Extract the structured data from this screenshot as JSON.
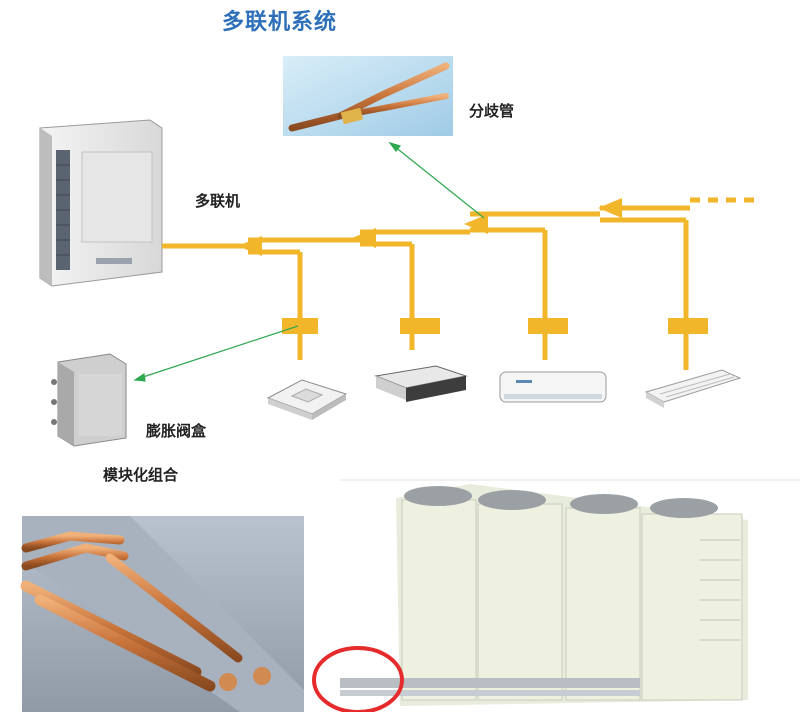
{
  "title": "多联机系统",
  "labels": {
    "outdoor_unit": "多联机",
    "branch_pipe": "分歧管",
    "expansion_valve_box": "膨胀阀盒",
    "modular_combination": "模块化组合"
  },
  "colors": {
    "title": "#2d6fb8",
    "pipe": "#f2b62a",
    "leader": "#2fa84f",
    "highlight_circle": "#e52b2b",
    "copper": "#c8733a"
  },
  "icons": [
    "outdoor-unit-icon",
    "branch-pipe-photo",
    "expansion-valve-box-icon",
    "cassette-unit-icon",
    "duct-unit-icon",
    "wall-unit-icon",
    "ceiling-unit-icon",
    "pipe-render-image",
    "modular-outdoor-units-image"
  ]
}
